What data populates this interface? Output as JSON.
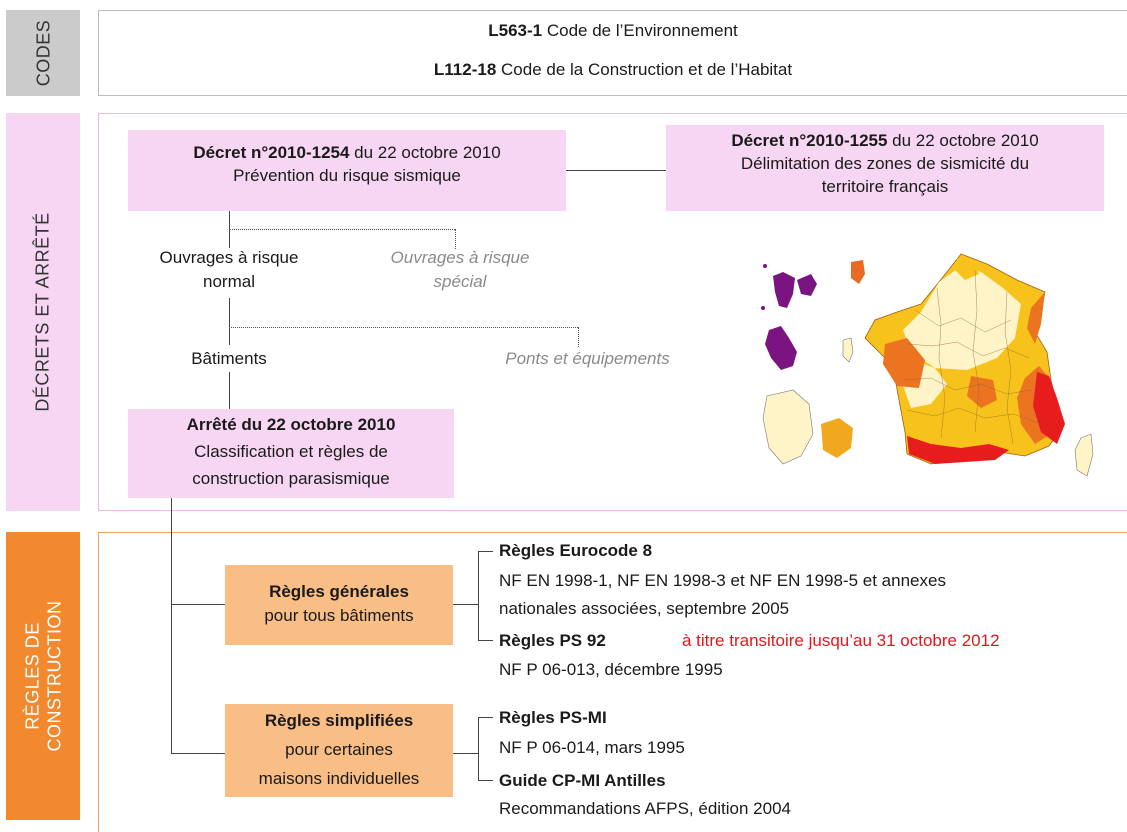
{
  "sections": {
    "codes": "CODES",
    "decrets": "DÉCRETS ET ARRÊTÉ",
    "regles": "RÈGLES DE\nCONSTRUCTION"
  },
  "codes": [
    {
      "ref": "L563-1",
      "text": " Code de l’Environnement"
    },
    {
      "ref": "L112-18",
      "text": " Code de la Construction et de l’Habitat"
    }
  ],
  "decret1254": {
    "ref": "Décret n°2010-1254",
    "date": " du 22 octobre 2010",
    "title": "Prévention du risque sismique"
  },
  "decret1255": {
    "ref": "Décret n°2010-1255",
    "date": " du 22 octobre 2010",
    "line2": "Délimitation des zones de sismicité du",
    "line3": "territoire français"
  },
  "ouvrages_normal": {
    "line1": "Ouvrages à risque",
    "line2": "normal"
  },
  "ouvrages_special": {
    "line1": "Ouvrages à risque",
    "line2": "spécial"
  },
  "batiments": "Bâtiments",
  "ponts": "Ponts et équipements",
  "arrete": {
    "ref": "Arrêté du 22 octobre 2010",
    "line2": "Classification et règles de",
    "line3": "construction parasismique"
  },
  "regles_generales": {
    "title": "Règles générales",
    "sub": "pour tous bâtiments"
  },
  "regles_simplifiees": {
    "title": "Règles simplifiées",
    "sub1": "pour certaines",
    "sub2": "maisons individuelles"
  },
  "eurocode": {
    "title": "Règles Eurocode 8",
    "line1": "NF EN 1998-1, NF EN 1998-3 et NF EN 1998-5 et annexes",
    "line2": "nationales associées, septembre 2005"
  },
  "ps92": {
    "title": "Règles PS 92",
    "note": "à titre transitoire jusqu’au 31 octobre 2012",
    "line1": "NF P 06-013, décembre 1995"
  },
  "psmi": {
    "title": "Règles PS-MI",
    "line1": "NF P 06-014, mars 1995"
  },
  "cpmi": {
    "title": "Guide CP-MI Antilles",
    "line1": "Recommandations AFPS, édition 2004"
  },
  "colors": {
    "codes_bg": "#cbcbcb",
    "decrets_bg": "#f7d6f3",
    "regles_bg": "#f3892f",
    "box_orange": "#f9bd86",
    "note_red": "#e8141b"
  }
}
